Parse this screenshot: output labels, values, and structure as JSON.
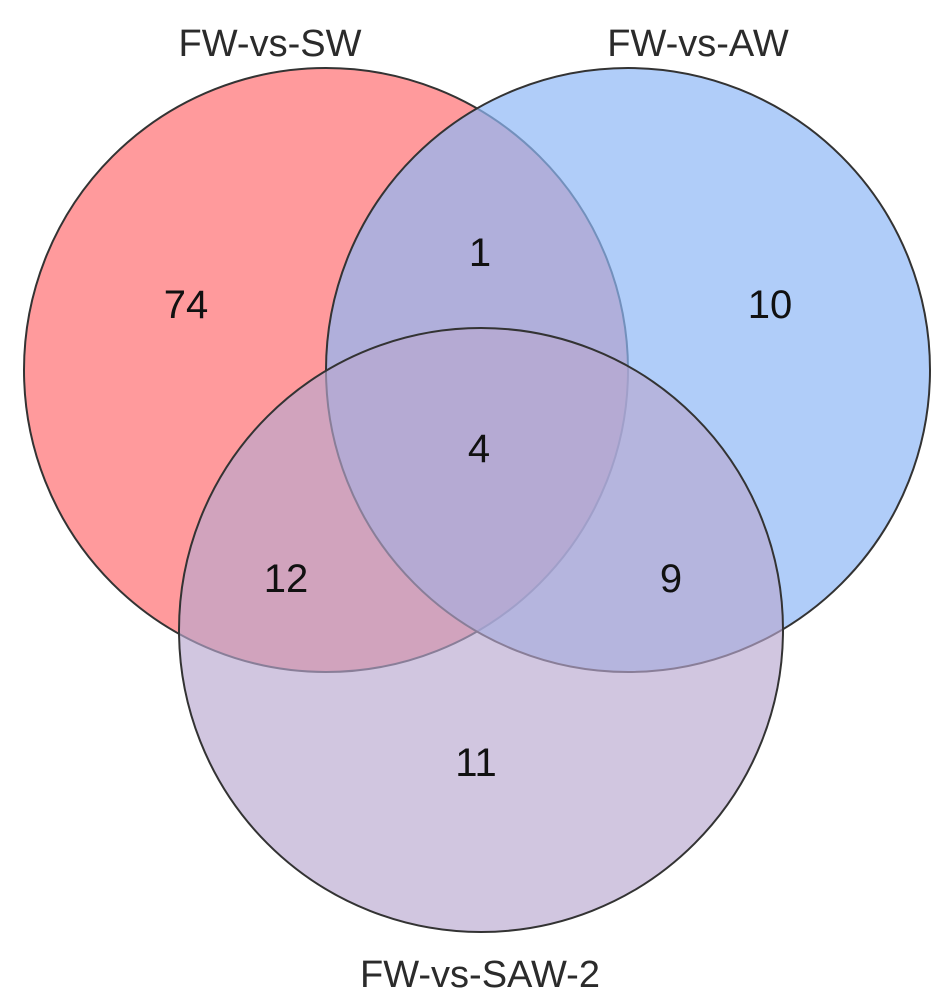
{
  "sets": [
    {
      "id": "A",
      "label": "FW-vs-SW",
      "color": "#ff6f72",
      "opacity": 0.7
    },
    {
      "id": "B",
      "label": "FW-vs-AW",
      "color": "#8fb8f7",
      "opacity": 0.7
    },
    {
      "id": "C",
      "label": "FW-vs-SAW-2",
      "color": "#b9a8cf",
      "opacity": 0.65
    }
  ],
  "regions": {
    "A_only": "74",
    "B_only": "10",
    "C_only": "11",
    "A_B": "1",
    "A_C": "12",
    "B_C": "9",
    "A_B_C": "4"
  }
}
